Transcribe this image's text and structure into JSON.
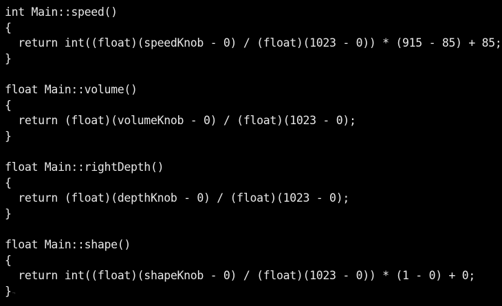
{
  "editor": {
    "lines": [
      "int Main::speed()",
      "{",
      "  return int((float)(speedKnob - 0) / (float)(1023 - 0)) * (915 - 85) + 85;",
      "}",
      "",
      "float Main::volume()",
      "{",
      "  return (float)(volumeKnob - 0) / (float)(1023 - 0);",
      "}",
      "",
      "float Main::rightDepth()",
      "{",
      "  return (float)(depthKnob - 0) / (float)(1023 - 0);",
      "}",
      "",
      "float Main::shape()",
      "{",
      "  return int((float)(shapeKnob - 0) / (float)(1023 - 0)) * (1 - 0) + 0;",
      "}"
    ],
    "eol_marker": "¬",
    "colors": {
      "background": "#000000",
      "text": "#e8e8e8"
    }
  }
}
